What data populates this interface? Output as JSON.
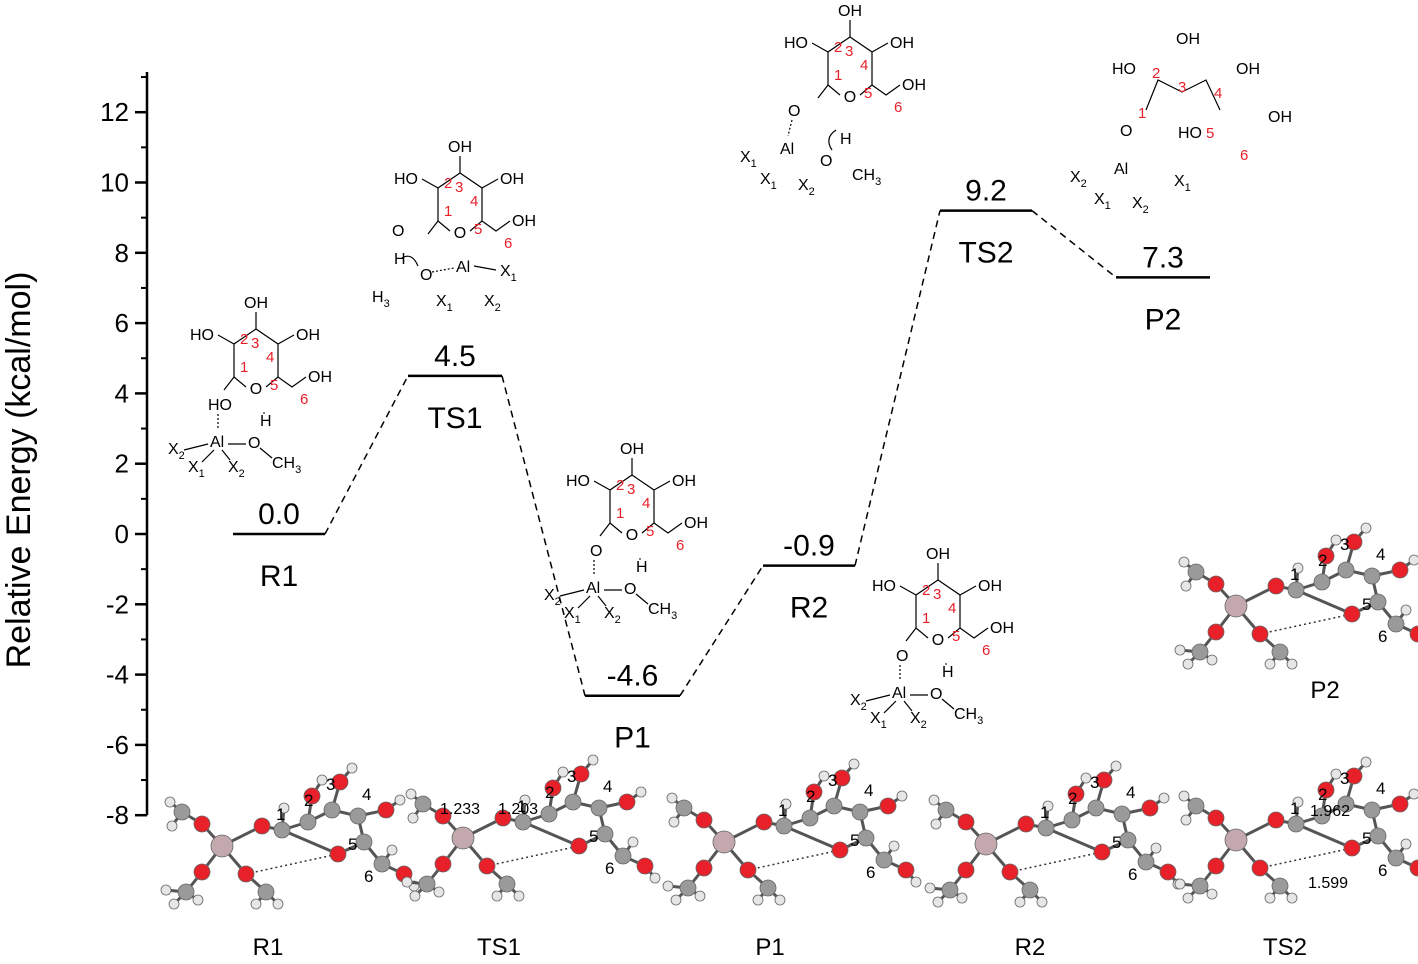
{
  "chart_data": {
    "type": "energy_profile",
    "ylabel": "Relative Energy (kcal/mol)",
    "ylim": [
      -8,
      13
    ],
    "yticks": [
      -8,
      -6,
      -4,
      -2,
      0,
      2,
      4,
      6,
      8,
      10,
      12
    ],
    "grid": false,
    "states": [
      {
        "name": "R1",
        "value": 0.0,
        "value_label": "0.0"
      },
      {
        "name": "TS1",
        "value": 4.5,
        "value_label": "4.5"
      },
      {
        "name": "P1",
        "value": -4.6,
        "value_label": "-4.6"
      },
      {
        "name": "R2",
        "value": -0.9,
        "value_label": "-0.9"
      },
      {
        "name": "TS2",
        "value": 9.2,
        "value_label": "9.2"
      },
      {
        "name": "P2",
        "value": 7.3,
        "value_label": "7.3"
      }
    ],
    "structure_labels": [
      "R1",
      "TS1",
      "P1",
      "R2",
      "TS2",
      "P2"
    ],
    "bond_distances": {
      "TS1": [
        "1.233",
        "1.203"
      ],
      "TS2": [
        "1.962",
        "1.599"
      ]
    }
  },
  "chem_text": {
    "oh": "OH",
    "ho": "HO",
    "o": "O",
    "h": "H",
    "al": "Al",
    "x1": "X",
    "x2": "X",
    "ch3": "CH",
    "h3c": "H",
    "sub1": "1",
    "sub2": "2",
    "sub3": "3",
    "c_numbers": [
      "1",
      "2",
      "3",
      "4",
      "5",
      "6"
    ]
  },
  "colors": {
    "oxygen": "#e8202a",
    "carbon": "#9a9a9a",
    "hydrogen": "#e6e6e6",
    "aluminum": "#c3a9ad",
    "numbering": "#e8202a",
    "line": "#000000"
  }
}
